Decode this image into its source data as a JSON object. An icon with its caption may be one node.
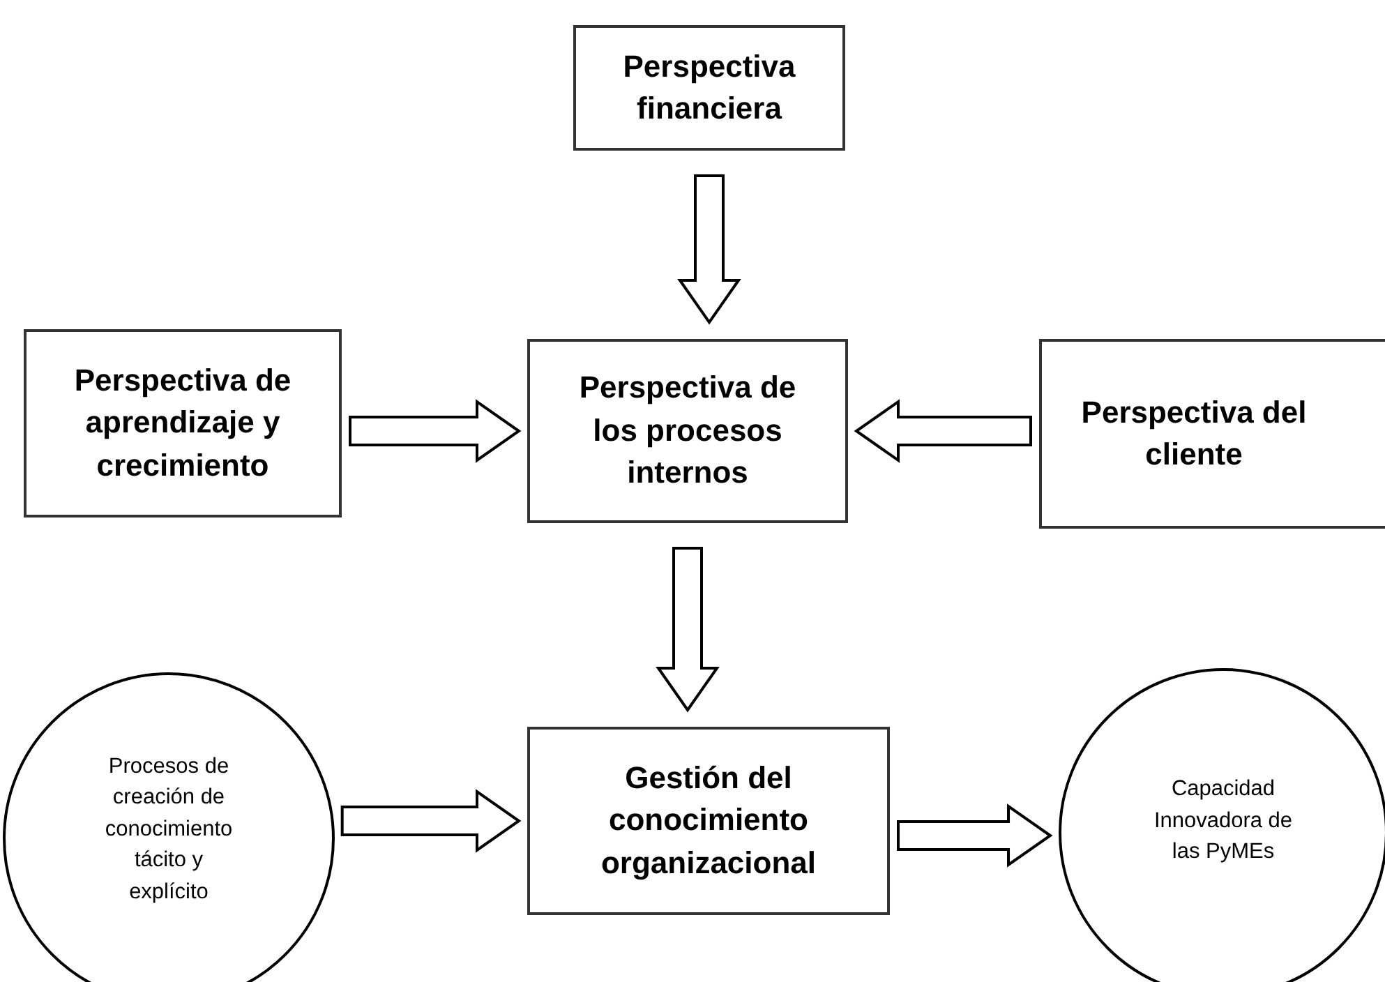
{
  "diagram": {
    "nodes": [
      {
        "text": [
          "Perspectiva financiera"
        ]
      },
      {
        "text": [
          "Perspectiva de aprendizaje y crecimiento"
        ]
      },
      {
        "text": [
          "Perspectiva de los procesos internos"
        ]
      },
      {
        "text": [
          "Perspectiva del cliente"
        ]
      },
      {
        "text": [
          "Procesos de creación de conocimiento tácito y explícito"
        ]
      },
      {
        "text": [
          "Gestión del conocimiento organizacional"
        ]
      },
      {
        "text": [
          "Capacidad Innovadora de las PyMEs"
        ]
      }
    ],
    "edges": [
      {
        "from": 0,
        "to": 2,
        "arrow": "to"
      },
      {
        "from": 1,
        "to": 2,
        "arrow": "to"
      },
      {
        "from": 3,
        "to": 2,
        "arrow": "to"
      },
      {
        "from": 2,
        "to": 5,
        "arrow": "to"
      },
      {
        "from": 4,
        "to": 5,
        "arrow": "to"
      },
      {
        "from": 5,
        "to": 6,
        "arrow": "to"
      }
    ]
  }
}
